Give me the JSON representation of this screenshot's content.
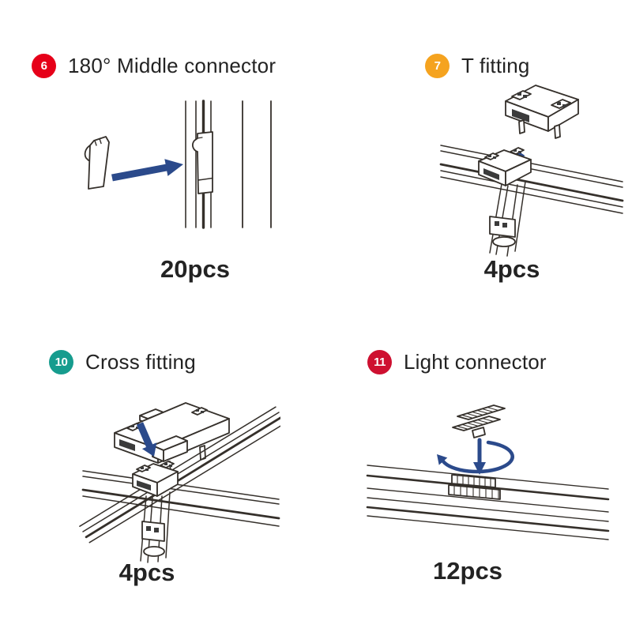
{
  "colors": {
    "background": "#ffffff",
    "text": "#232323",
    "line": "#35302b",
    "detail": "#3b3b3b",
    "arrow": "#2b4a8b"
  },
  "sections": [
    {
      "id": "middle-connector-180",
      "badge": {
        "number": "6",
        "color": "#e60019"
      },
      "title": "180° Middle connector",
      "count": "20pcs"
    },
    {
      "id": "t-fitting",
      "badge": {
        "number": "7",
        "color": "#f5a31f"
      },
      "title": "T fitting",
      "count": "4pcs"
    },
    {
      "id": "cross-fitting",
      "badge": {
        "number": "10",
        "color": "#169c8e"
      },
      "title": "Cross fitting",
      "count": "4pcs"
    },
    {
      "id": "light-connector",
      "badge": {
        "number": "11",
        "color": "#ce1030"
      },
      "title": "Light connector",
      "count": "12pcs"
    }
  ]
}
